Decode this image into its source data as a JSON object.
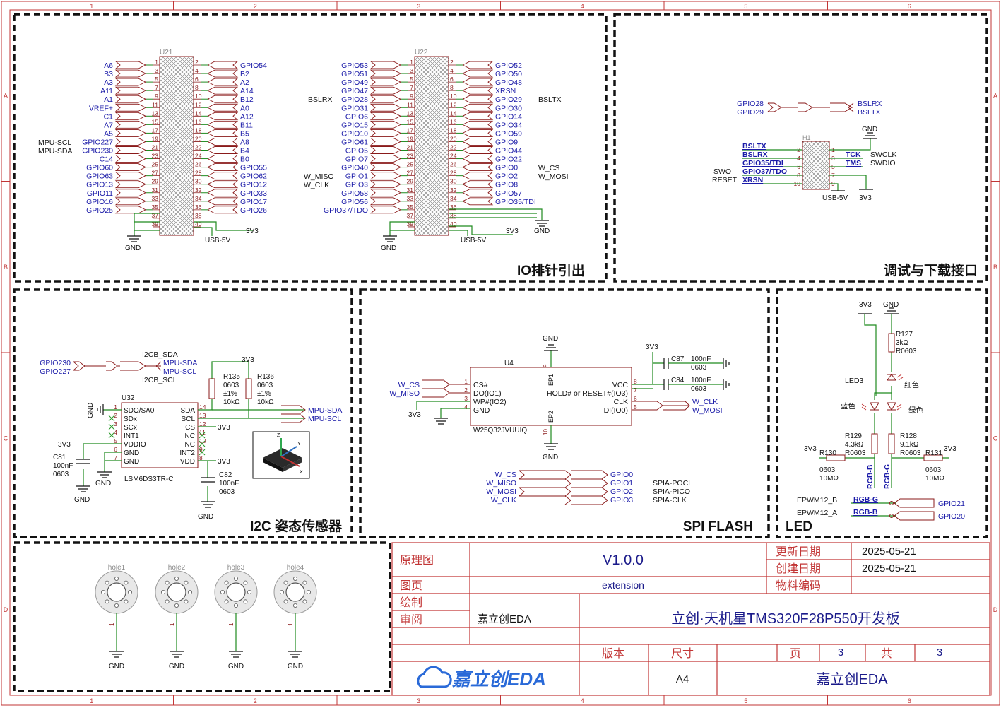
{
  "border": {
    "columns": [
      "1",
      "2",
      "3",
      "4",
      "5",
      "6"
    ],
    "rows": [
      "A",
      "B",
      "C",
      "D"
    ],
    "colors": {
      "frame": "#c23535",
      "net_label": "#1a1aa8",
      "wire": "#1f8a1f",
      "part": "#8a1a1a",
      "text": "#111111"
    }
  },
  "sections": {
    "io_header": "IO排针引出",
    "debug": "调试与下载接口",
    "imu": "I2C 姿态传感器",
    "spi_flash": "SPI FLASH",
    "led": "LED"
  },
  "u21": {
    "designator": "U21",
    "left_pins": [
      "1",
      "3",
      "5",
      "7",
      "9",
      "11",
      "13",
      "15",
      "17",
      "19",
      "21",
      "23",
      "25",
      "27",
      "29",
      "31",
      "33",
      "35",
      "37",
      "39"
    ],
    "right_pins": [
      "2",
      "4",
      "6",
      "8",
      "10",
      "12",
      "14",
      "16",
      "18",
      "20",
      "22",
      "24",
      "26",
      "28",
      "30",
      "32",
      "34",
      "36",
      "38",
      "40"
    ],
    "left_nets": [
      "A6",
      "B3",
      "A3",
      "A11",
      "A1",
      "VREF+",
      "C1",
      "A7",
      "A5",
      "GPIO227",
      "GPIO230",
      "C14",
      "GPIO60",
      "GPIO63",
      "GPIO13",
      "GPIO11",
      "GPIO16",
      "GPIO25"
    ],
    "right_nets": [
      "GPIO54",
      "B2",
      "A2",
      "A14",
      "B12",
      "A0",
      "A12",
      "B11",
      "B5",
      "A8",
      "B4",
      "B0",
      "GPIO55",
      "GPIO62",
      "GPIO12",
      "GPIO33",
      "GPIO17",
      "GPIO26"
    ],
    "side_labels": [
      "MPU-SCL",
      "MPU-SDA"
    ],
    "power": [
      "GND",
      "USB-5V",
      "3V3"
    ]
  },
  "u22": {
    "designator": "U22",
    "left_nets": [
      "GPIO53",
      "GPIO51",
      "GPIO49",
      "GPIO47",
      "GPIO28",
      "GPIO31",
      "GPIO6",
      "GPIO15",
      "GPIO10",
      "GPIO61",
      "GPIO5",
      "GPIO7",
      "GPIO40",
      "GPIO1",
      "GPIO3",
      "GPIO58",
      "GPIO56",
      "GPIO37/TDO"
    ],
    "right_nets": [
      "GPIO52",
      "GPIO50",
      "GPIO48",
      "XRSN",
      "GPIO29",
      "GPIO30",
      "GPIO14",
      "GPIO34",
      "GPIO59",
      "GPIO9",
      "GPIO44",
      "GPIO22",
      "GPIO0",
      "GPIO2",
      "GPIO8",
      "GPIO57",
      "GPIO35/TDI"
    ],
    "side_left": [
      "BSLRX",
      "W_MISO",
      "W_CLK"
    ],
    "side_right": [
      "BSLTX",
      "W_CS",
      "W_MOSI"
    ],
    "power": [
      "GND",
      "USB-5V",
      "3V3",
      "GND"
    ]
  },
  "debug": {
    "h1": "H1",
    "flag_in": [
      "GPIO28",
      "GPIO29"
    ],
    "flag_out": [
      "BSLRX",
      "BSLTX"
    ],
    "left_nets": [
      "BSLTX",
      "BSLRX",
      "GPIO35/TDI",
      "GPIO37/TDO",
      "XRSN"
    ],
    "left_pins": [
      "2",
      "4",
      "6",
      "8",
      "10"
    ],
    "right_pins": [
      "1",
      "3",
      "5",
      "7",
      "9"
    ],
    "right_nets": [
      "TCK",
      "TMS"
    ],
    "right_notes": [
      "SWCLK",
      "SWDIO"
    ],
    "left_notes": [
      "SWO",
      "RESET"
    ],
    "power": [
      "GND",
      "USB-5V",
      "3V3"
    ]
  },
  "imu": {
    "flag_in": [
      "GPIO230",
      "GPIO227"
    ],
    "flag_out": [
      "MPU-SDA",
      "MPU-SCL"
    ],
    "bus": [
      "I2CB_SDA",
      "I2CB_SCL"
    ],
    "chip": "U32",
    "part": "LSM6DS3TR-C",
    "left_pins": [
      "1",
      "2",
      "3",
      "4",
      "5",
      "6",
      "7"
    ],
    "left_names": [
      "SDO/SA0",
      "SDx",
      "SCx",
      "INT1",
      "VDDIO",
      "GND",
      "GND"
    ],
    "right_pins": [
      "14",
      "13",
      "12",
      "11",
      "10",
      "9",
      "8"
    ],
    "right_names": [
      "SDA",
      "SCL",
      "CS",
      "NC",
      "NC",
      "INT2",
      "VDD"
    ],
    "r135": [
      "R135",
      "0603",
      "±1%",
      "10kΩ"
    ],
    "r136": [
      "R136",
      "0603",
      "±1%",
      "10kΩ"
    ],
    "c81": [
      "C81",
      "100nF",
      "0603"
    ],
    "c82": [
      "C82",
      "100nF",
      "0603"
    ],
    "out_nets": [
      "MPU-SDA",
      "MPU-SCL"
    ],
    "rails": [
      "3V3",
      "3V3",
      "3V3",
      "3V3",
      "GND",
      "GND",
      "GND",
      "GND"
    ]
  },
  "spi": {
    "chip": "U4",
    "part": "W25Q32JVUUIQ",
    "left_pins": [
      "1",
      "2",
      "3",
      "4"
    ],
    "left_names": [
      "CS#",
      "DO(IO1)",
      "WP#(IO2)",
      "GND"
    ],
    "right_pins": [
      "8",
      "7",
      "6",
      "5"
    ],
    "right_names": [
      "VCC",
      "HOLD# or RESET#(IO3)",
      "CLK",
      "DI(IO0)"
    ],
    "ep": [
      "EP1",
      "EP2"
    ],
    "ep_pins": [
      "9",
      "10"
    ],
    "in_nets": [
      "W_CS",
      "W_MISO"
    ],
    "out_nets": [
      "W_CLK",
      "W_MOSI"
    ],
    "c87": [
      "C87",
      "100nF",
      "0603"
    ],
    "c84": [
      "C84",
      "100nF",
      "0603"
    ],
    "map_left": [
      "W_CS",
      "W_MISO",
      "W_MOSI",
      "W_CLK"
    ],
    "map_right": [
      "GPIO0",
      "GPIO1",
      "GPIO2",
      "GPIO3"
    ],
    "map_notes": [
      "SPIA-POCI",
      "SPIA-PICO",
      "SPIA-CLK"
    ],
    "rails": [
      "GND",
      "GND",
      "3V3",
      "3V3",
      "GND"
    ]
  },
  "led": {
    "top": [
      "3V3",
      "GND"
    ],
    "r127": [
      "R127",
      "3kΩ",
      "R0603"
    ],
    "led3": "LED3",
    "colors": [
      "红色",
      "蓝色",
      "绿色"
    ],
    "r129": [
      "R129",
      "4.3kΩ",
      "R0603"
    ],
    "r128": [
      "R128",
      "9.1kΩ",
      "R0603"
    ],
    "r130": [
      "R130",
      "0603",
      "10MΩ"
    ],
    "r131": [
      "R131",
      "0603",
      "10MΩ"
    ],
    "rails": [
      "3V3",
      "3V3"
    ],
    "rgb_nets": [
      "RGB-B",
      "RGB-G"
    ],
    "epwm": [
      "EPWM12_B",
      "EPWM12_A"
    ],
    "gpio": [
      "GPIO21",
      "GPIO20"
    ]
  },
  "holes": {
    "names": [
      "hole1",
      "hole2",
      "hole3",
      "hole4"
    ],
    "pin": "1",
    "gnd": "GND"
  },
  "title_block": {
    "k_schematic": "原理图",
    "k_page": "图页",
    "k_drawn": "绘制",
    "k_review": "审阅",
    "version": "V1.0.0",
    "page_name": "extension",
    "reviewer": "嘉立创EDA",
    "k_update": "更新日期",
    "update_date": "2025-05-21",
    "k_create": "创建日期",
    "create_date": "2025-05-21",
    "k_code": "物料编码",
    "board_title": "立创·天机星TMS320F28P550开发板",
    "k_ver": "版本",
    "k_size": "尺寸",
    "size": "A4",
    "k_sheet": "页",
    "sheet_no": "3",
    "k_total": "共",
    "total": "3",
    "logo": "嘉立创EDA",
    "company": "嘉立创EDA"
  }
}
